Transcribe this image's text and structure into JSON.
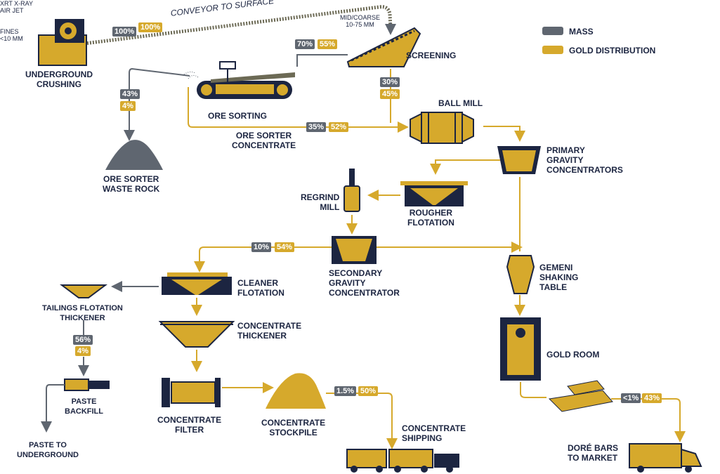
{
  "colors": {
    "navy": "#1c2541",
    "gold": "#d6a92c",
    "gray": "#5f6670",
    "gold_line": "#d6a92c"
  },
  "legend": {
    "mass": "MASS",
    "gold": "GOLD DISTRIBUTION"
  },
  "labels": {
    "underground_crushing": "UNDERGROUND\nCRUSHING",
    "conveyor": "CONVEYOR TO SURFACE",
    "screening": "SCREENING",
    "xrt": "XRT X-RAY",
    "air_jet": "AIR JET",
    "ore_sorting": "ORE SORTING",
    "mid_coarse": "MID/COARSE\n10-75 MM",
    "fines": "FINES\n<10 MM",
    "ball_mill": "BALL MILL",
    "ore_sorter_concentrate": "ORE SORTER\nCONCENTRATE",
    "waste_rock": "ORE SORTER\nWASTE ROCK",
    "primary_gravity": "PRIMARY\nGRAVITY\nCONCENTRATORS",
    "regrind_mill": "REGRIND\nMILL",
    "rougher_flotation": "ROUGHER\nFLOTATION",
    "secondary_gravity": "SECONDARY\nGRAVITY\nCONCENTRATOR",
    "gemeni": "GEMENI\nSHAKING\nTABLE",
    "cleaner_flotation": "CLEANER\nFLOTATION",
    "tailings_thickener": "TAILINGS FLOTATION\nTHICKENER",
    "concentrate_thickener": "CONCENTRATE\nTHICKENER",
    "gold_room": "GOLD ROOM",
    "paste_backfill": "PASTE\nBACKFILL",
    "concentrate_filter": "CONCENTRATE\nFILTER",
    "concentrate_stockpile": "CONCENTRATE\nSTOCKPILE",
    "concentrate_shipping": "CONCENTRATE\nSHIPPING",
    "dore_bars": "DORÉ BARS\nTO MARKET",
    "paste_underground": "PASTE TO\nUNDERGROUND"
  },
  "badges": {
    "conveyor": {
      "mass": "100%",
      "gold": "100%"
    },
    "screening_coarse": {
      "mass": "70%",
      "gold": "55%"
    },
    "fines": {
      "mass": "30%",
      "gold": "45%"
    },
    "waste": {
      "mass": "43%",
      "gold": "4%"
    },
    "sorter_conc": {
      "mass": "35%",
      "gold": "52%"
    },
    "cleaner": {
      "mass": "10%",
      "gold": "54%"
    },
    "tailings": {
      "mass": "56%",
      "gold": "4%"
    },
    "shipping": {
      "mass": "1.5%",
      "gold": "50%"
    },
    "dore": {
      "mass": "<1%",
      "gold": "43%"
    }
  }
}
